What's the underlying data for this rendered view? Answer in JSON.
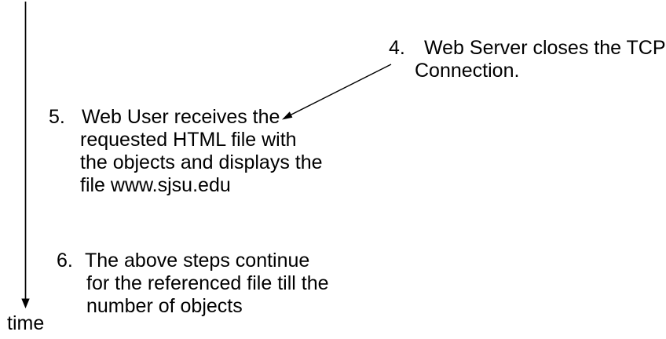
{
  "canvas": {
    "background_color": "#ffffff",
    "ink_color": "#000000"
  },
  "time_axis": {
    "label": "time"
  },
  "steps": [
    {
      "number": "4.",
      "lines": [
        "Web Server closes the TCP",
        "Connection."
      ]
    },
    {
      "number": "5.",
      "lines": [
        "Web User receives the",
        "requested HTML file with",
        "the objects and displays the",
        "file www.sjsu.edu"
      ]
    },
    {
      "number": "6.",
      "lines": [
        "The above steps continue",
        "for the referenced file till the",
        "number of objects"
      ]
    }
  ]
}
